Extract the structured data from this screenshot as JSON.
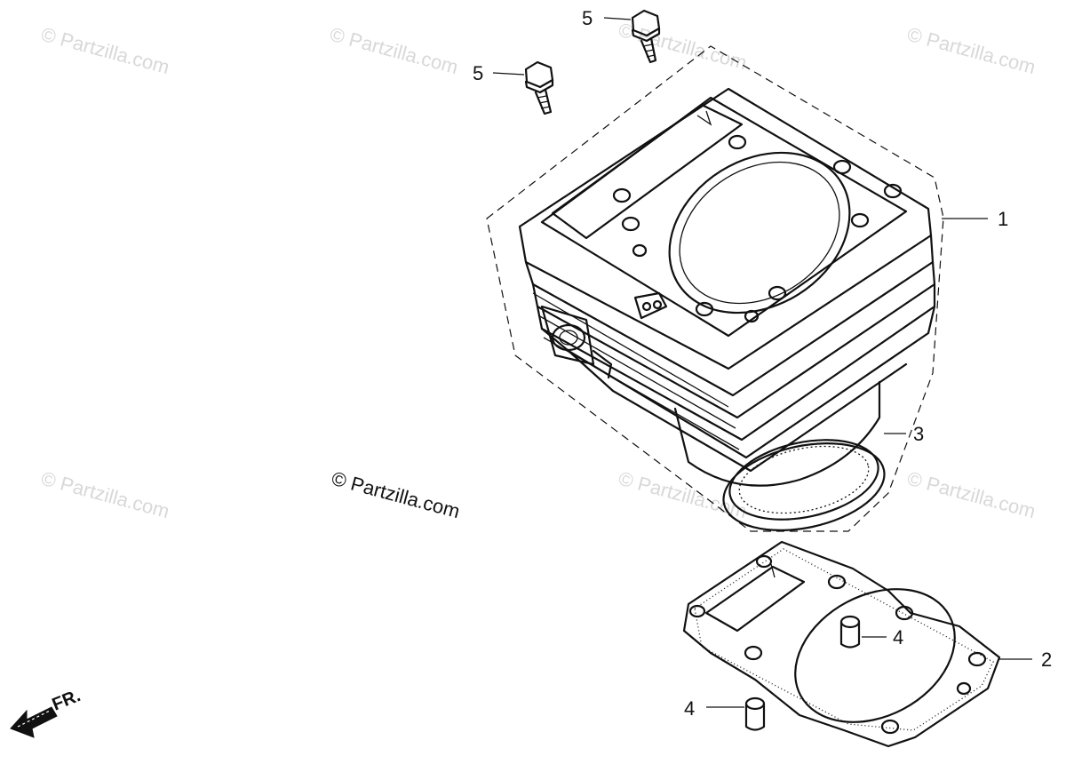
{
  "copyright": "© Partzilla.com",
  "watermark": "© Partzilla.com",
  "front_marker": "FR.",
  "callouts": {
    "cylinder": "1",
    "cylinder_gasket": "2",
    "o_ring": "3",
    "dowel_pin_upper": "4",
    "dowel_pin_lower": "4",
    "bolt_upper": "5",
    "bolt_lower": "5"
  }
}
